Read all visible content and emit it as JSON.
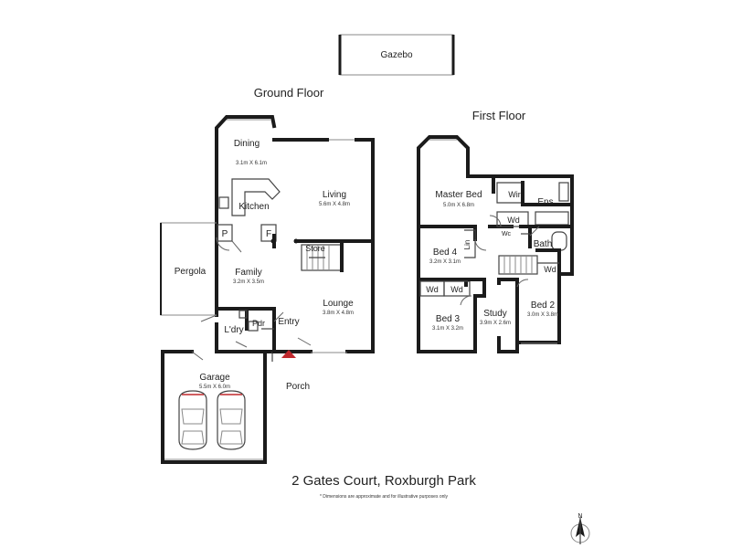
{
  "gazebo": {
    "label": "Gazebo"
  },
  "floors": {
    "ground": "Ground Floor",
    "first": "First Floor"
  },
  "rooms": {
    "dining": {
      "label": "Dining"
    },
    "kitchen": {
      "label": "Kitchen",
      "dim": "3.1m X 6.1m"
    },
    "living": {
      "label": "Living",
      "dim": "5.6m X 4.8m"
    },
    "pantry": {
      "label": "P"
    },
    "fridge": {
      "label": "F"
    },
    "store": {
      "label": "Store"
    },
    "pergola": {
      "label": "Pergola"
    },
    "family": {
      "label": "Family",
      "dim": "3.2m X 3.5m"
    },
    "lounge": {
      "label": "Lounge",
      "dim": "3.8m X 4.8m"
    },
    "laundry": {
      "label": "L'dry"
    },
    "powder": {
      "label": "Pdr"
    },
    "entry": {
      "label": "Entry"
    },
    "garage": {
      "label": "Garage",
      "dim": "5.5m X 6.0m"
    },
    "porch": {
      "label": "Porch"
    },
    "master_bed": {
      "label": "Master Bed",
      "dim": "5.0m X 6.8m"
    },
    "wir": {
      "label": "Wir"
    },
    "ens": {
      "label": "Ens"
    },
    "wd_master": {
      "label": "Wd"
    },
    "wc": {
      "label": "Wc"
    },
    "bath": {
      "label": "Bath"
    },
    "lin": {
      "label": "Lin"
    },
    "bed4": {
      "label": "Bed 4",
      "dim": "3.2m X 3.1m"
    },
    "wd_stair": {
      "label": "Wd"
    },
    "wd_bed3_a": {
      "label": "Wd"
    },
    "wd_bed3_b": {
      "label": "Wd"
    },
    "bed3": {
      "label": "Bed 3",
      "dim": "3.1m X 3.2m"
    },
    "study": {
      "label": "Study",
      "dim": "3.9m X 2.6m"
    },
    "bed2": {
      "label": "Bed 2",
      "dim": "3.0m X 3.8m"
    }
  },
  "address": "2 Gates Court, Roxburgh Park",
  "disclaimer": "* Dimensions are approximate and for illustrative purposes only",
  "compass": {
    "label": "N"
  }
}
